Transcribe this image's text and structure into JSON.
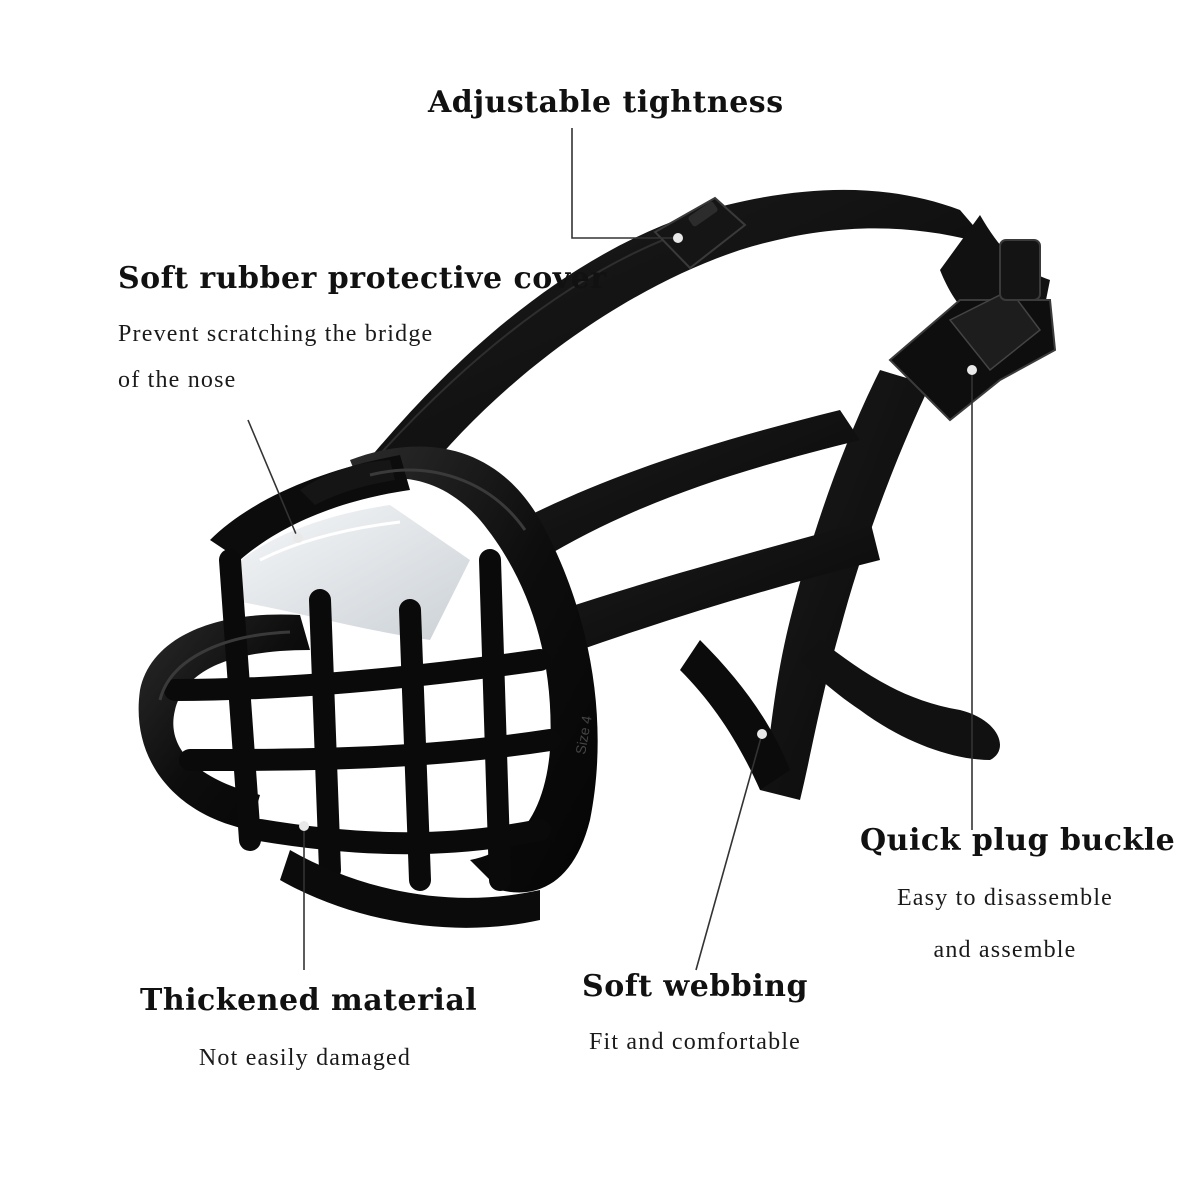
{
  "colors": {
    "background": "#ffffff",
    "product": "#0c0c0c",
    "product_highlight": "#2a2a2a",
    "clear_cover": "#dfe4e8",
    "leader_line": "#333333",
    "leader_dot": "#e9e9e9",
    "text": "#111111"
  },
  "callouts": {
    "adjustable": {
      "title": "Adjustable tightness"
    },
    "cover": {
      "title": "Soft rubber protective cover",
      "line1": "Prevent scratching the bridge",
      "line2": "of the nose"
    },
    "buckle": {
      "title": "Quick plug buckle",
      "line1": "Easy to disassemble",
      "line2": "and assemble"
    },
    "webbing": {
      "title": "Soft webbing",
      "line1": "Fit and comfortable"
    },
    "material": {
      "title": "Thickened material",
      "line1": "Not easily damaged"
    }
  },
  "product": {
    "name": "dog-muzzle",
    "size_mark": "Size 4"
  }
}
